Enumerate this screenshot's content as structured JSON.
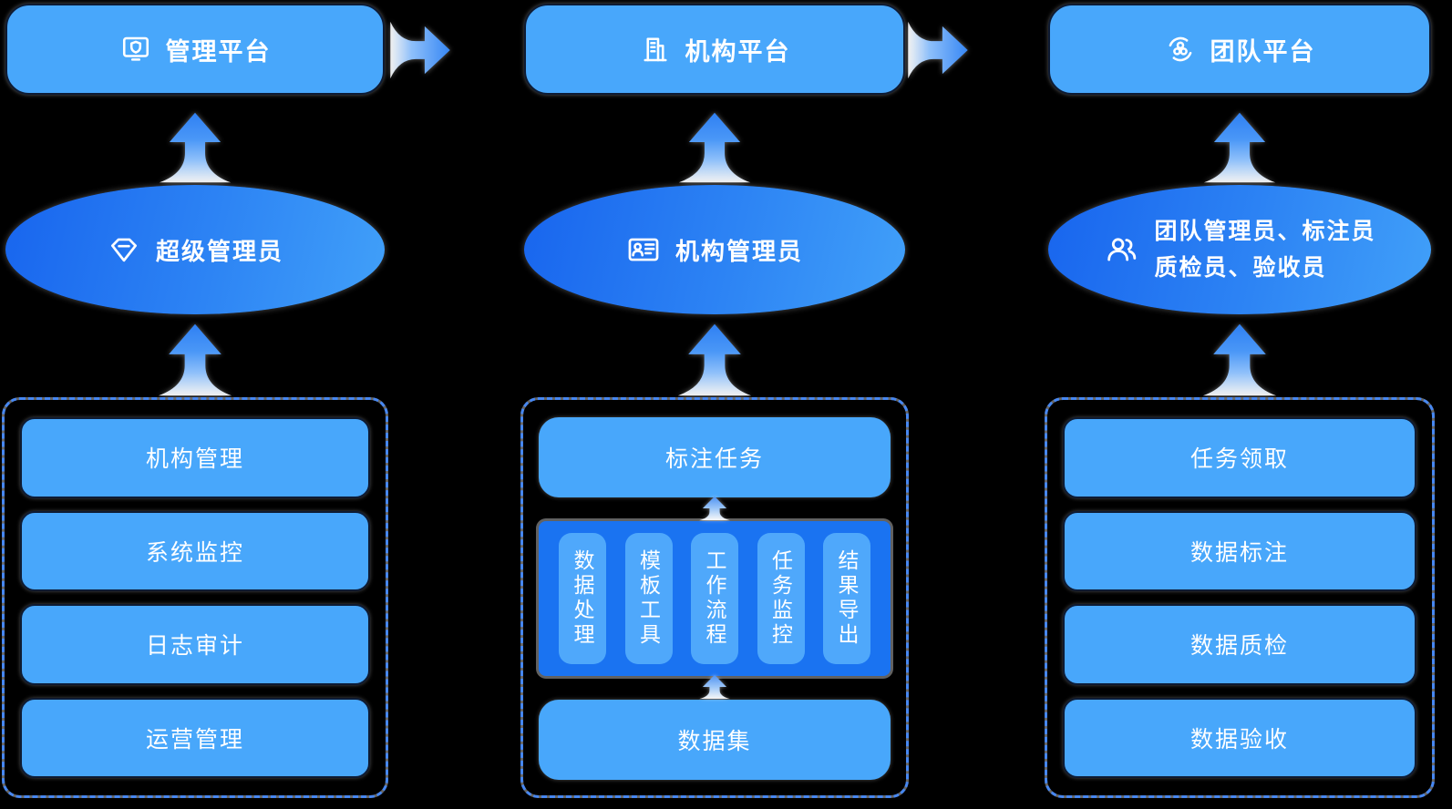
{
  "diagram_title": "platform-architecture-diagram",
  "colors": {
    "background": "#000000",
    "box_fill": "#48a7fb",
    "box_border": "#0e1b33",
    "ellipse_gradient_start": "#1865ee",
    "ellipse_gradient_end": "#41a0f9",
    "tools_container_fill": "#1a73f1",
    "tool_pill_fill": "#4fa8fb",
    "dashed_border": "#4687f2",
    "arrow_blue": "#3787f4",
    "text": "#ffffff"
  },
  "columns": [
    {
      "platform": {
        "label": "管理平台",
        "icon": "monitor-shield-icon"
      },
      "role": {
        "label": "超级管理员",
        "icon": "diamond-icon"
      },
      "modules": [
        "机构管理",
        "系统监控",
        "日志审计",
        "运营管理"
      ]
    },
    {
      "platform": {
        "label": "机构平台",
        "icon": "building-icon"
      },
      "role": {
        "label": "机构管理员",
        "icon": "id-card-icon"
      },
      "panel": {
        "top_module": "标注任务",
        "tools": [
          "数据处理",
          "模板工具",
          "工作流程",
          "任务监控",
          "结果导出"
        ],
        "bottom_module": "数据集"
      }
    },
    {
      "platform": {
        "label": "团队平台",
        "icon": "orbit-team-icon"
      },
      "role": {
        "line1": "团队管理员、标注员",
        "line2": "质检员、验收员",
        "icon": "people-icon"
      },
      "modules": [
        "任务领取",
        "数据标注",
        "数据质检",
        "数据验收"
      ]
    }
  ]
}
